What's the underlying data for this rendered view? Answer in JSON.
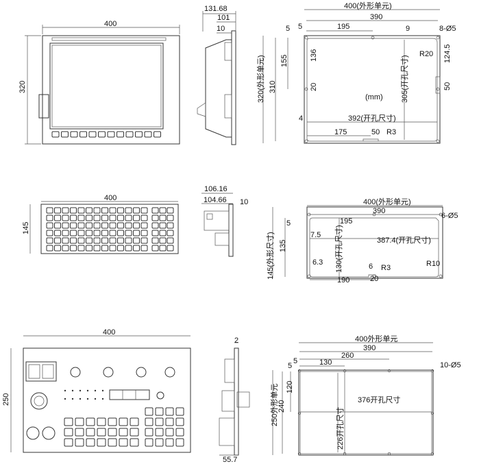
{
  "panel_lcd": {
    "front": {
      "width": "400",
      "height": "320"
    },
    "side": {
      "depth": "131.68",
      "a": "101",
      "b": "10"
    },
    "cutout": {
      "outer_width": "400(外形单元)",
      "inner_width": "390",
      "left_a": "5",
      "left_b": "5",
      "top_dim": "195",
      "right_dim": "9",
      "holes": "8-Ø5",
      "h155": "155",
      "h136": "136",
      "h20": "20",
      "h310": "310",
      "h320": "320(外形单元)",
      "cut_h": "305(开孔尺寸)",
      "r20": "R20",
      "h124": "124.5",
      "h50": "50",
      "unit": "(mm)",
      "d4": "4",
      "cut_w": "392(开孔尺寸)",
      "b175": "175",
      "b50": "50",
      "r3": "R3"
    }
  },
  "panel_keyboard": {
    "front": {
      "width": "400",
      "height": "145"
    },
    "side": {
      "depth": "106.16",
      "a": "104.66",
      "b": "10"
    },
    "cutout": {
      "outer_width": "400(外形单元)",
      "inner_width": "390",
      "left": "5",
      "top_dim": "195",
      "holes": "6-Ø5",
      "d75": "7.5",
      "cut_w": "387.4(开孔尺寸)",
      "h135": "135",
      "h145": "145(外形尺寸)",
      "d63": "6.3",
      "cut_h": "130(开孔尺寸)",
      "d6": "6",
      "r3": "R3",
      "r10": "R10",
      "b190": "190",
      "b20": "20"
    }
  },
  "panel_operator": {
    "front": {
      "width": "400",
      "height": "250"
    },
    "side": {
      "a": "2",
      "depth": "55.7"
    },
    "cutout": {
      "outer_width": "400外形单元",
      "inner_width": "390",
      "l5a": "5",
      "l5b": "5",
      "d130": "130",
      "d260": "260",
      "holes": "10-Ø5",
      "h120": "120",
      "h240": "240",
      "h250": "250外形单元",
      "cut_w": "376开孔尺寸",
      "cut_h": "226开孔尺寸"
    }
  }
}
